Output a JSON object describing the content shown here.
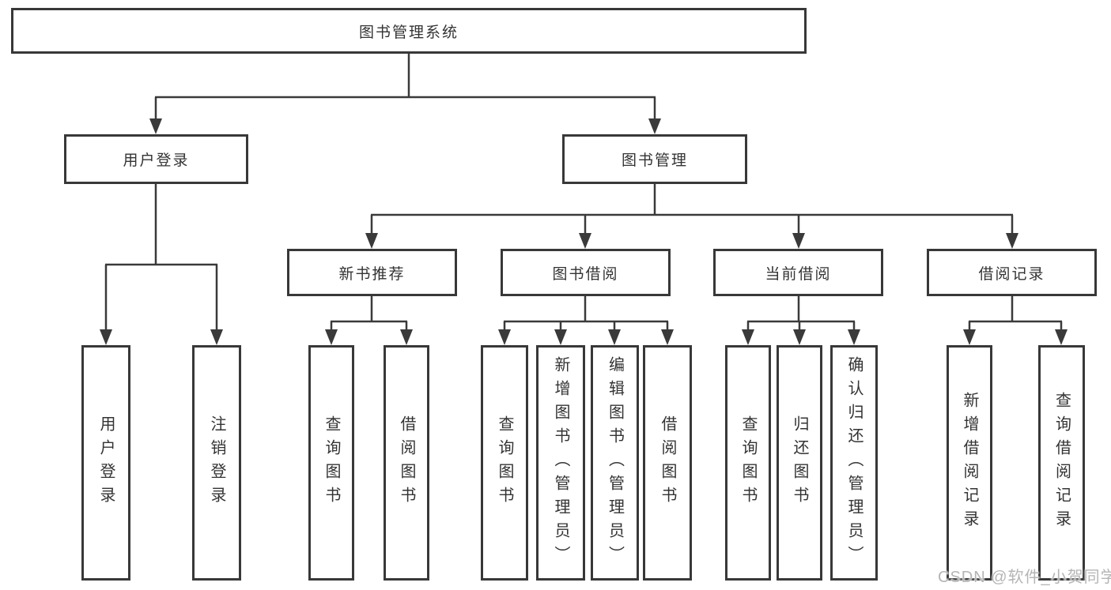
{
  "title": "图书管理系统",
  "watermark": "CSDN @软件_小贺同学",
  "branches": {
    "user_login": {
      "label": "用户登录",
      "children": [
        "用户登录",
        "注销登录"
      ]
    },
    "book_management": {
      "label": "图书管理",
      "sections": {
        "new_books": {
          "label": "新书推荐",
          "children": [
            "查询图书",
            "借阅图书"
          ]
        },
        "borrowing": {
          "label": "图书借阅",
          "children": [
            "查询图书",
            "新增图书（管理员）",
            "编辑图书（管理员）",
            "借阅图书"
          ]
        },
        "current": {
          "label": "当前借阅",
          "children": [
            "查询图书",
            "归还图书",
            "确认归还（管理员）"
          ]
        },
        "records": {
          "label": "借阅记录",
          "children": [
            "新增借阅记录",
            "查询借阅记录"
          ]
        }
      }
    }
  },
  "colors": {
    "line": "#3a3a3a",
    "text": "#333333",
    "border": "#383838",
    "watermark": "#b5b5b5"
  }
}
